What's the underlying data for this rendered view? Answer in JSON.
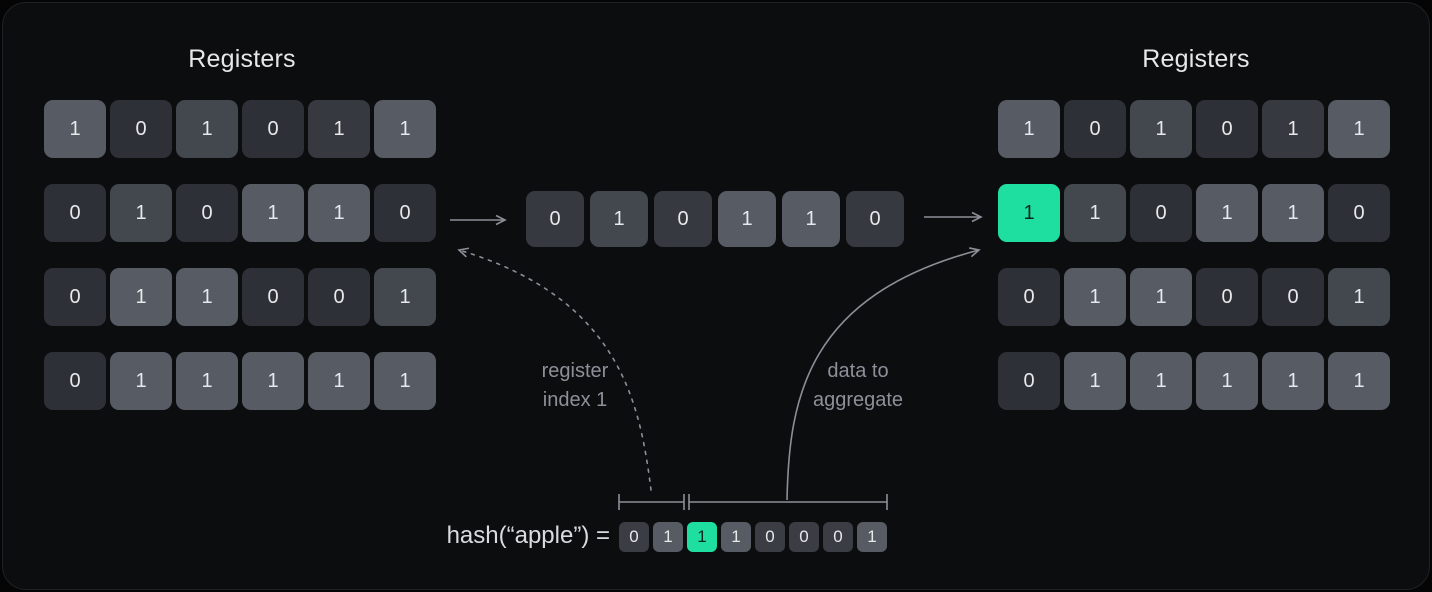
{
  "colors": {
    "background": "#050506",
    "panel": "#0c0d0f",
    "accent_green": "#1fdfa0",
    "cell_dark": "#2d3036",
    "cell_dim": "#36393f",
    "cell_mid": "#43474e",
    "cell_light": "#565b64",
    "line_gray": "#8b9097",
    "text_primary": "#e6e7e9",
    "text_muted": "#8b9099"
  },
  "left_registers": {
    "title": "Registers",
    "rows": [
      {
        "cells": [
          {
            "value": "1",
            "tone": "light"
          },
          {
            "value": "0",
            "tone": "dark"
          },
          {
            "value": "1",
            "tone": "mid"
          },
          {
            "value": "0",
            "tone": "dark"
          },
          {
            "value": "1",
            "tone": "dim"
          },
          {
            "value": "1",
            "tone": "light"
          }
        ]
      },
      {
        "cells": [
          {
            "value": "0",
            "tone": "dark"
          },
          {
            "value": "1",
            "tone": "mid"
          },
          {
            "value": "0",
            "tone": "dark"
          },
          {
            "value": "1",
            "tone": "light"
          },
          {
            "value": "1",
            "tone": "light"
          },
          {
            "value": "0",
            "tone": "dark"
          }
        ]
      },
      {
        "cells": [
          {
            "value": "0",
            "tone": "dark"
          },
          {
            "value": "1",
            "tone": "light"
          },
          {
            "value": "1",
            "tone": "light"
          },
          {
            "value": "0",
            "tone": "dark"
          },
          {
            "value": "0",
            "tone": "dark"
          },
          {
            "value": "1",
            "tone": "mid"
          }
        ]
      },
      {
        "cells": [
          {
            "value": "0",
            "tone": "dark"
          },
          {
            "value": "1",
            "tone": "light"
          },
          {
            "value": "1",
            "tone": "light"
          },
          {
            "value": "1",
            "tone": "light"
          },
          {
            "value": "1",
            "tone": "light"
          },
          {
            "value": "1",
            "tone": "light"
          }
        ]
      }
    ]
  },
  "merged_row": {
    "cells": [
      {
        "value": "0",
        "tone": "dim"
      },
      {
        "value": "1",
        "tone": "mid"
      },
      {
        "value": "0",
        "tone": "dim"
      },
      {
        "value": "1",
        "tone": "light"
      },
      {
        "value": "1",
        "tone": "light"
      },
      {
        "value": "0",
        "tone": "dim"
      }
    ]
  },
  "right_registers": {
    "title": "Registers",
    "rows": [
      {
        "cells": [
          {
            "value": "1",
            "tone": "light"
          },
          {
            "value": "0",
            "tone": "dark"
          },
          {
            "value": "1",
            "tone": "mid"
          },
          {
            "value": "0",
            "tone": "dark"
          },
          {
            "value": "1",
            "tone": "dim"
          },
          {
            "value": "1",
            "tone": "light"
          }
        ]
      },
      {
        "cells": [
          {
            "value": "1",
            "tone": "green"
          },
          {
            "value": "1",
            "tone": "mid"
          },
          {
            "value": "0",
            "tone": "dark"
          },
          {
            "value": "1",
            "tone": "light"
          },
          {
            "value": "1",
            "tone": "light"
          },
          {
            "value": "0",
            "tone": "dark"
          }
        ]
      },
      {
        "cells": [
          {
            "value": "0",
            "tone": "dark"
          },
          {
            "value": "1",
            "tone": "light"
          },
          {
            "value": "1",
            "tone": "light"
          },
          {
            "value": "0",
            "tone": "dark"
          },
          {
            "value": "0",
            "tone": "dark"
          },
          {
            "value": "1",
            "tone": "mid"
          }
        ]
      },
      {
        "cells": [
          {
            "value": "0",
            "tone": "dark"
          },
          {
            "value": "1",
            "tone": "light"
          },
          {
            "value": "1",
            "tone": "light"
          },
          {
            "value": "1",
            "tone": "light"
          },
          {
            "value": "1",
            "tone": "light"
          },
          {
            "value": "1",
            "tone": "light"
          }
        ]
      }
    ]
  },
  "annotations": {
    "register_index": {
      "lines": [
        "register",
        "index 1"
      ]
    },
    "data_to_aggregate": {
      "lines": [
        "data to",
        "aggregate"
      ]
    }
  },
  "hash": {
    "label": "hash(“apple”) =",
    "bits": [
      {
        "value": "0",
        "tone": "bit-dark"
      },
      {
        "value": "1",
        "tone": "bit-light"
      },
      {
        "value": "1",
        "tone": "green"
      },
      {
        "value": "1",
        "tone": "bit-light"
      },
      {
        "value": "0",
        "tone": "bit-dark"
      },
      {
        "value": "0",
        "tone": "bit-dark"
      },
      {
        "value": "0",
        "tone": "bit-dark"
      },
      {
        "value": "1",
        "tone": "bit-light"
      }
    ]
  }
}
